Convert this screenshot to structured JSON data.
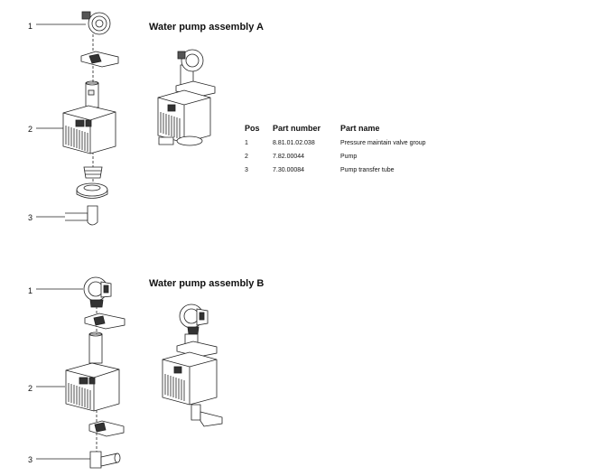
{
  "assembly_a": {
    "title": "Water pump assembly A",
    "callouts": [
      "1",
      "2",
      "3"
    ]
  },
  "assembly_b": {
    "title": "Water pump assembly B",
    "callouts": [
      "1",
      "2",
      "3"
    ]
  },
  "parts_table": {
    "headers": {
      "pos": "Pos",
      "part_number": "Part number",
      "part_name": "Part name"
    },
    "rows": [
      {
        "pos": "1",
        "part_number": "8.81.01.02.038",
        "part_name": "Pressure maintain valve group"
      },
      {
        "pos": "2",
        "part_number": "7.82.00044",
        "part_name": "Pump"
      },
      {
        "pos": "3",
        "part_number": "7.30.00084",
        "part_name": "Pump transfer tube"
      }
    ]
  }
}
